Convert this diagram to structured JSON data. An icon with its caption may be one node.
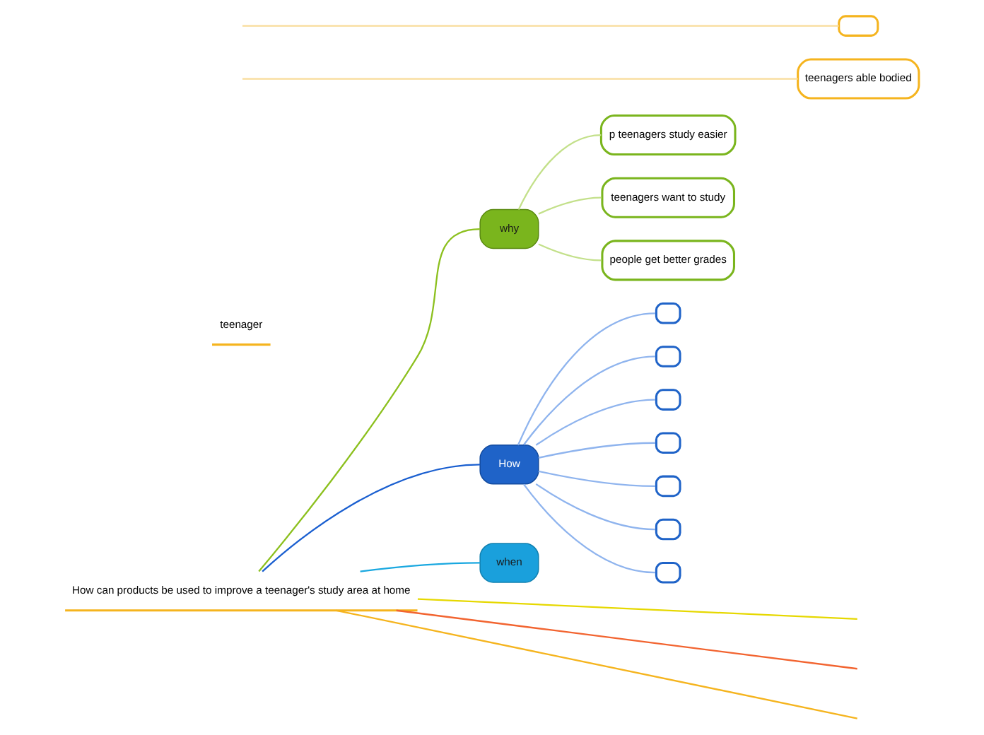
{
  "diagram": {
    "nodes": [
      {
        "text": [
          "How can products be used to improve a teenager's study area at home"
        ]
      },
      {
        "text": [
          "why"
        ]
      },
      {
        "text": [
          "p teenagers study easier"
        ]
      },
      {
        "text": [
          "teenagers want to study"
        ]
      },
      {
        "text": [
          "people get better grades"
        ]
      },
      {
        "text": [
          "How"
        ]
      },
      {
        "text": [],
        "shape": "box"
      },
      {
        "text": [],
        "shape": "box"
      },
      {
        "text": [],
        "shape": "box"
      },
      {
        "text": [],
        "shape": "box"
      },
      {
        "text": [],
        "shape": "box"
      },
      {
        "text": [],
        "shape": "box"
      },
      {
        "text": [],
        "shape": "box"
      },
      {
        "text": [
          "when"
        ]
      },
      {
        "text": [
          "teenager"
        ]
      },
      {
        "text": [
          "teenagers able bodied"
        ]
      },
      {
        "text": [],
        "shape": "box"
      }
    ],
    "edges": [
      {
        "from": 0,
        "to": null,
        "arrow": "none",
        "color": "#e6d800"
      },
      {
        "from": 0,
        "to": 1,
        "arrow": "none",
        "color": "#8cc01e"
      },
      {
        "from": 1,
        "to": 2,
        "arrow": "none",
        "color": "#c3e08a"
      },
      {
        "from": 1,
        "to": 3,
        "arrow": "none",
        "color": "#c3e08a"
      },
      {
        "from": 1,
        "to": 4,
        "arrow": "none",
        "color": "#c3e08a"
      },
      {
        "from": 0,
        "to": 5,
        "arrow": "none",
        "color": "#1a5fd0"
      },
      {
        "from": 5,
        "to": 6,
        "arrow": "none",
        "color": "#8fb4ee"
      },
      {
        "from": 5,
        "to": 7,
        "arrow": "none",
        "color": "#8fb4ee"
      },
      {
        "from": 5,
        "to": 8,
        "arrow": "none",
        "color": "#8fb4ee"
      },
      {
        "from": 5,
        "to": 9,
        "arrow": "none",
        "color": "#8fb4ee"
      },
      {
        "from": 5,
        "to": 10,
        "arrow": "none",
        "color": "#8fb4ee"
      },
      {
        "from": 5,
        "to": 11,
        "arrow": "none",
        "color": "#8fb4ee"
      },
      {
        "from": 5,
        "to": 12,
        "arrow": "none",
        "color": "#8fb4ee"
      },
      {
        "from": 0,
        "to": 13,
        "arrow": "none",
        "color": "#1aa8e0"
      },
      {
        "from": 0,
        "to": null,
        "arrow": "none",
        "color": "#f26430"
      },
      {
        "from": 0,
        "to": null,
        "arrow": "none",
        "color": "#f5b41e"
      },
      {
        "from": null,
        "to": 15,
        "arrow": "none",
        "color": "#f9dc9a"
      },
      {
        "from": null,
        "to": 16,
        "arrow": "none",
        "color": "#f9dc9a"
      }
    ]
  }
}
